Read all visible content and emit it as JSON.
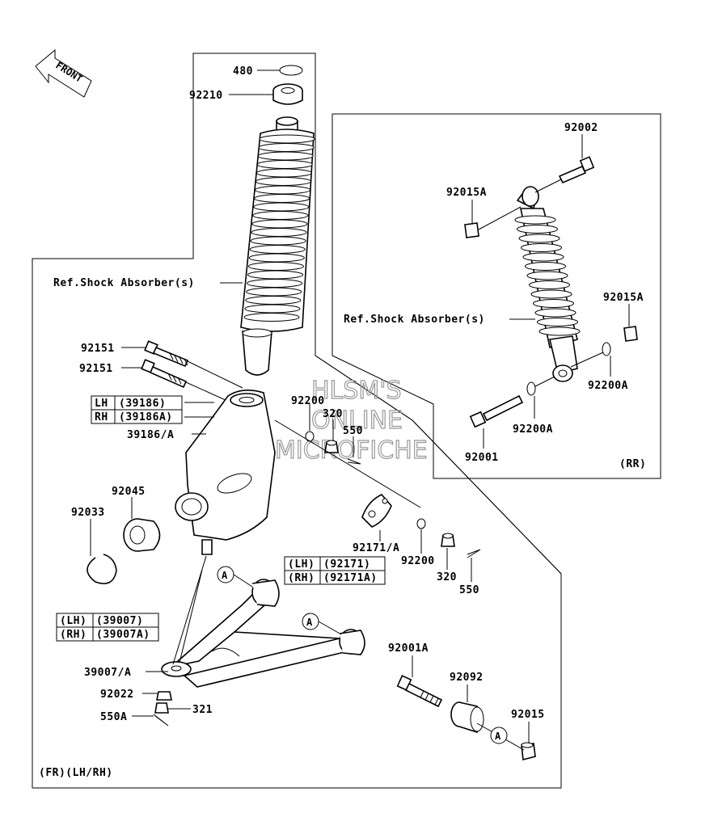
{
  "front_arrow": {
    "label": "FRONT"
  },
  "watermark": [
    "HLSM'S",
    "ONLINE",
    "MICROFICHE"
  ],
  "labels": {
    "p480": "480",
    "p92210": "92210",
    "ref_shock_front": "Ref.Shock Absorber(s)",
    "p92151_a": "92151",
    "p92151_b": "92151",
    "p39186a": "39186/A",
    "p92200_top": "92200",
    "p320_top": "320",
    "p550_top": "550",
    "p92045": "92045",
    "p92033": "92033",
    "p92171a": "92171/A",
    "p92200_bot": "92200",
    "p320_bot": "320",
    "p550_bot": "550",
    "p39007a": "39007/A",
    "p92022": "92022",
    "p321": "321",
    "p550a": "550A",
    "p92001a": "92001A",
    "p92092": "92092",
    "p92015": "92015",
    "fr_note": "(FR)(LH/RH)",
    "callout_a1": "A",
    "callout_a2": "A",
    "callout_a3": "A",
    "p92002": "92002",
    "p92015a_top": "92015A",
    "ref_shock_rear": "Ref.Shock Absorber(s)",
    "p92015a_right": "92015A",
    "p92200a_right": "92200A",
    "p92200a_bot": "92200A",
    "p92001": "92001",
    "rr_note": "(RR)"
  },
  "tables": {
    "knuckle": [
      {
        "side": "LH",
        "part": "(39186)"
      },
      {
        "side": "RH",
        "part": "(39186A)"
      }
    ],
    "pin": [
      {
        "side": "(LH)",
        "part": "(92171)"
      },
      {
        "side": "(RH)",
        "part": "(92171A)"
      }
    ],
    "arm": [
      {
        "side": "(LH)",
        "part": "(39007)"
      },
      {
        "side": "(RH)",
        "part": "(39007A)"
      }
    ]
  }
}
